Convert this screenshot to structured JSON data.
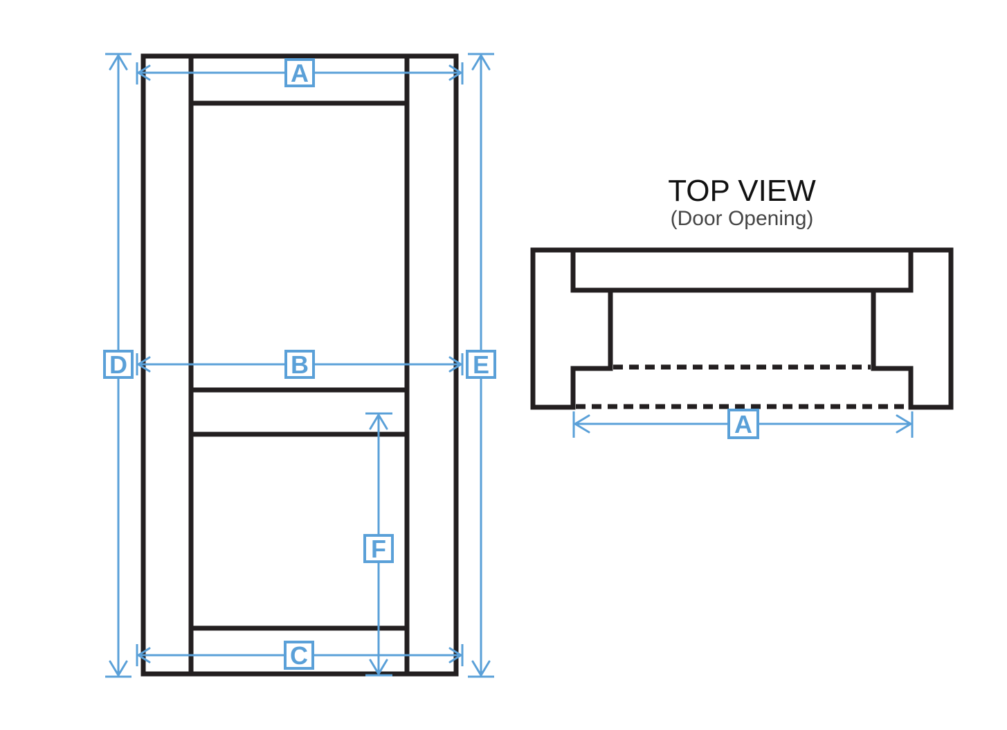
{
  "top_view": {
    "title": "TOP VIEW",
    "subtitle": "(Door Opening)"
  },
  "labels": {
    "a": "A",
    "b": "B",
    "c": "C",
    "d": "D",
    "e": "E",
    "f": "F",
    "top_a": "A"
  },
  "colors": {
    "outline": "#231f20",
    "dimension": "#5aa0d8",
    "background": "#ffffff"
  }
}
